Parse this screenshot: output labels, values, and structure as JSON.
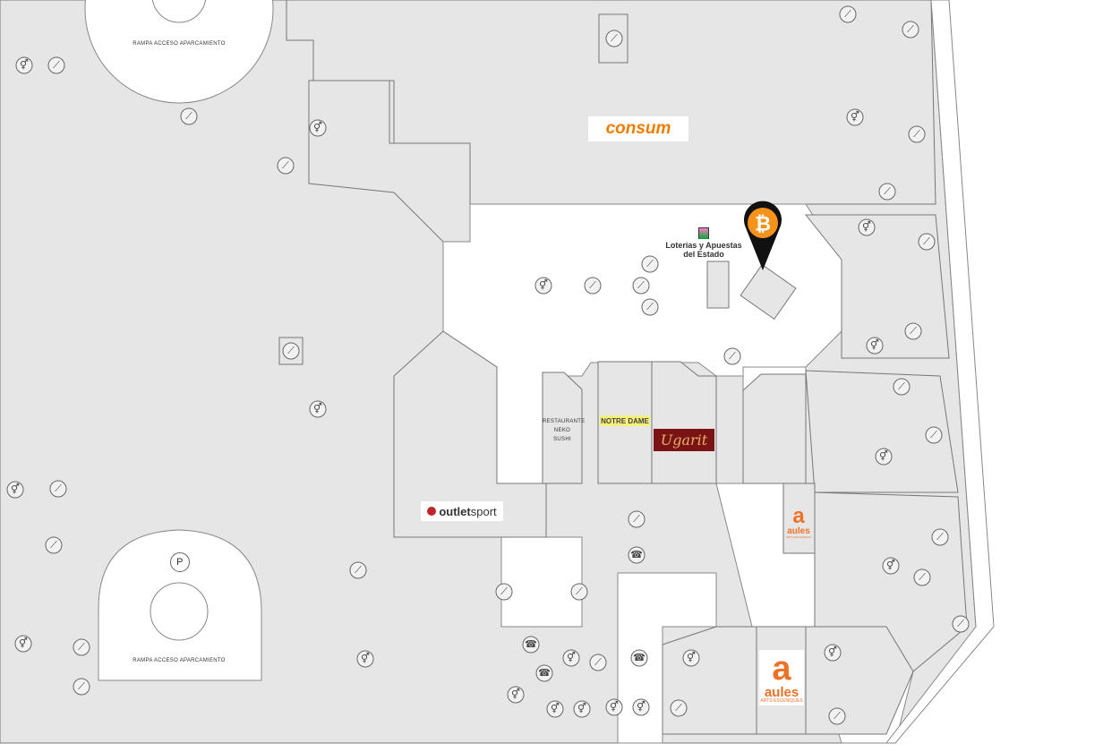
{
  "map": {
    "ramp_top_label": "RAMPA ACCESO APARCAMIENTO",
    "ramp_bottom_label": "RAMPA ACCESO APARCAMIENTO",
    "parking_symbol": "P",
    "restaurant_label": [
      "RESTAURANTE",
      "NEKO",
      "SUSHI"
    ]
  },
  "stores": {
    "consum": {
      "label": "consum",
      "color": "#f07d00"
    },
    "loterias": {
      "line1": "Loterías y Apuestas",
      "line2": "del Estado"
    },
    "notre_dame": {
      "label": "NOTRE DAME",
      "bg": "#f5f07a"
    },
    "ugarit": {
      "label": "Ugarit",
      "bg": "#7a1414"
    },
    "outlet_sport": {
      "label_bold": "outlet",
      "label": "sport",
      "color": "#c0252b"
    },
    "aules_small": {
      "label": "aules",
      "sub": "ARTS ESCENIQUES",
      "color": "#ef7125"
    },
    "aules_large": {
      "label": "aules",
      "sub": "ARTS ESCENIQUES",
      "color": "#ef7125"
    }
  },
  "marker": {
    "icon": "bitcoin-icon",
    "symbol": "₿",
    "color": "#f7931a"
  },
  "icons": {
    "escalator": "escalator-icon",
    "restroom": "restroom-icon",
    "phone": "phone-icon"
  }
}
